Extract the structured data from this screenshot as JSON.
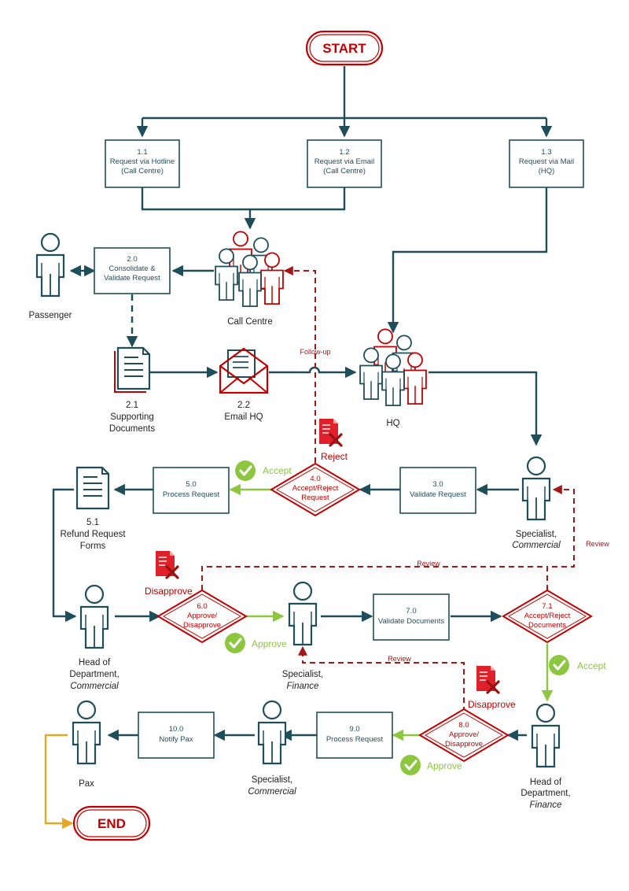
{
  "terminals": {
    "start": "START",
    "end": "END"
  },
  "steps": {
    "s1_1": {
      "num": "1.1",
      "line1": "Request via Hotline",
      "line2": "(Call Centre)"
    },
    "s1_2": {
      "num": "1.2",
      "line1": "Request via Email",
      "line2": "(Call Centre)"
    },
    "s1_3": {
      "num": "1.3",
      "line1": "Request via Mail",
      "line2": "(HQ)"
    },
    "s2_0": {
      "num": "2.0",
      "line1": "Consolidate &",
      "line2": "Validate Request"
    },
    "s3_0": {
      "num": "3.0",
      "line1": "Validate Request"
    },
    "s5_0": {
      "num": "5.0",
      "line1": "Process Request"
    },
    "s7_0": {
      "num": "7.0",
      "line1": "Validate Documents"
    },
    "s9_0": {
      "num": "9.0",
      "line1": "Process Request"
    },
    "s10_0": {
      "num": "10.0",
      "line1": "Notify Pax"
    }
  },
  "decisions": {
    "d4_0": {
      "num": "4.0",
      "line1": "Accept/Reject",
      "line2": "Request"
    },
    "d6_0": {
      "num": "6.0",
      "line1": "Approve/",
      "line2": "Disapprove"
    },
    "d7_1": {
      "num": "7.1",
      "line1": "Accept/Reject",
      "line2": "Documents"
    },
    "d8_0": {
      "num": "8.0",
      "line1": "Approve/",
      "line2": "Disapprove"
    }
  },
  "documents": {
    "doc2_1": {
      "line1": "2.1",
      "line2": "Supporting",
      "line3": "Documents"
    },
    "doc2_2": {
      "line1": "2.2",
      "line2": "Email HQ"
    },
    "doc5_1": {
      "line1": "5.1",
      "line2": "Refund Request",
      "line3": "Forms"
    }
  },
  "actors": {
    "passenger": "Passenger",
    "call_centre": "Call Centre",
    "hq": "HQ",
    "spec_comm_top": {
      "line1": "Specialist,",
      "line2": "Commercial"
    },
    "hod_comm": {
      "line1": "Head of",
      "line2": "Department,",
      "line3": "Commercial"
    },
    "spec_fin": {
      "line1": "Specialist,",
      "line2": "Finance"
    },
    "hod_fin": {
      "line1": "Head of",
      "line2": "Department,",
      "line3": "Finance"
    },
    "spec_comm_bottom": {
      "line1": "Specialist,",
      "line2": "Commercial"
    },
    "pax": "Pax"
  },
  "flow_labels": {
    "follow_up": "Follow-up",
    "reject": "Reject",
    "accept_1": "Accept",
    "review_1": "Review",
    "review_2": "Review",
    "disapprove_1": "Disapprove",
    "approve_1": "Approve",
    "accept_2": "Accept",
    "review_3": "Review",
    "disapprove_2": "Disapprove",
    "approve_2": "Approve"
  },
  "colors": {
    "flow_line": "#1f4e5a",
    "reject_red": "#c00000",
    "dashed_red": "#a01818",
    "approve_green": "#8dc63f",
    "end_yellow": "#e5a823"
  }
}
